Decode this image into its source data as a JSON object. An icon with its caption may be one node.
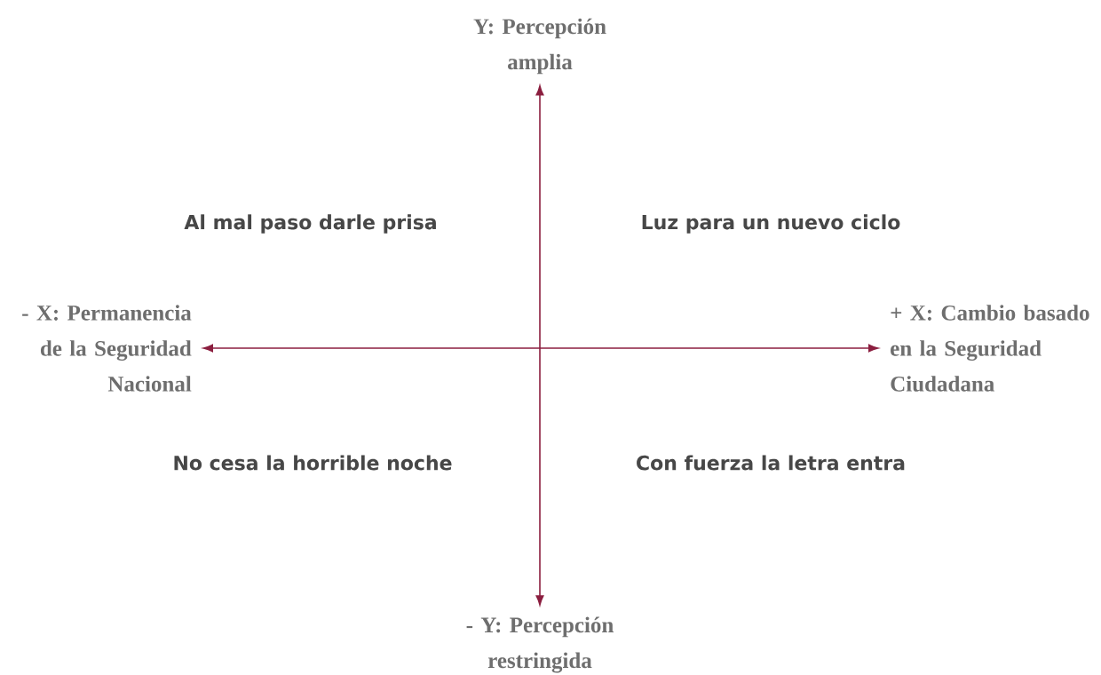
{
  "diagram": {
    "nodes": [
      {
        "text": [
          "Y: Percepción amplia"
        ]
      },
      {
        "text": [
          "- X: Permanencia de la Seguridad Nacional"
        ]
      },
      {
        "text": [
          "+ X: Cambio basado en la Seguridad Ciudadana"
        ]
      },
      {
        "text": [
          "- Y: Percepción restringida"
        ]
      }
    ],
    "edges": [
      {
        "from": 0,
        "to": 3,
        "arrow": "both"
      },
      {
        "from": 1,
        "to": 2,
        "arrow": "both"
      }
    ],
    "labels": [
      "Al mal paso darle prisa",
      "Luz para un nuevo ciclo",
      "No cesa la horrible noche",
      "Con fuerza la letra entra"
    ]
  }
}
